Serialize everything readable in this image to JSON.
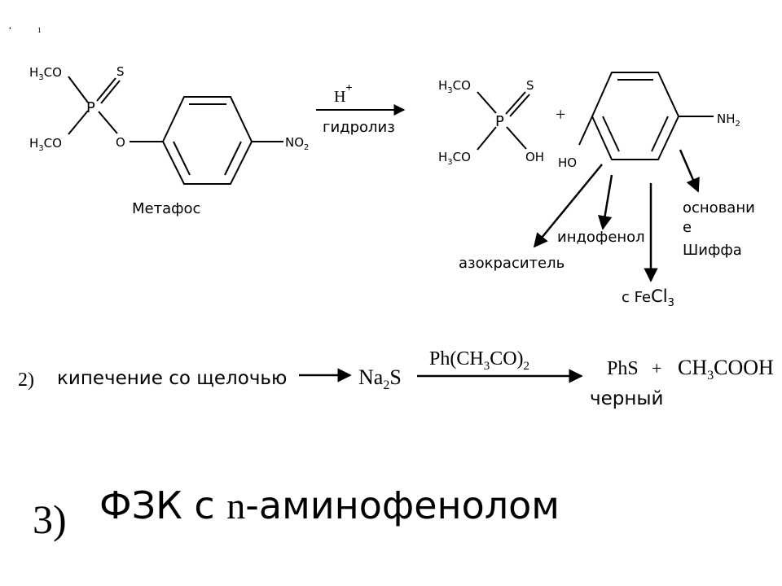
{
  "header": {
    "dot": "·",
    "marker": "1"
  },
  "reaction1": {
    "metafos": {
      "h3co_top": {
        "main": "H",
        "sub": "3",
        "rest": "CO"
      },
      "h3co_bottom": {
        "main": "H",
        "sub": "3",
        "rest": "CO"
      },
      "s": "S",
      "p": "P",
      "o": "O",
      "no2": {
        "main": "NO",
        "sub": "2"
      },
      "name": "Метафос"
    },
    "arrow": {
      "reagent": "H",
      "reagent_sup": "+",
      "label": "гидролиз"
    },
    "acid": {
      "h3co_top": {
        "main": "H",
        "sub": "3",
        "rest": "CO"
      },
      "h3co_bottom": {
        "main": "H",
        "sub": "3",
        "rest": "CO"
      },
      "s": "S",
      "p": "P",
      "oh": "OH"
    },
    "plus": "+",
    "aminophenol": {
      "ho": "HO",
      "nh2": {
        "main": "NH",
        "sub": "2"
      }
    },
    "products": {
      "azo": "азокраситель",
      "indophenol": "индофенол",
      "fecl3": {
        "prefix": "с Fe",
        "cl": "Cl",
        "sub": "3"
      },
      "schiff_line1": "основани",
      "schiff_line2": "е",
      "schiff_line3": "Шиффа"
    }
  },
  "reaction2": {
    "number": "2)",
    "text": "кипечение со щелочью",
    "na2s": {
      "na": "Na",
      "sub": "2",
      "s": "S"
    },
    "reagent": {
      "a": "Ph(CH",
      "sub": "3",
      "b": "CO)",
      "sub2": "2"
    },
    "phs": "PhS",
    "plus": "+",
    "acetic": {
      "a": "CH",
      "sub": "3",
      "b": "COOH"
    },
    "black": "черный"
  },
  "reaction3": {
    "number": "3)",
    "text_a": "ФЗК с ",
    "text_n": "n",
    "text_b": "-аминофенолом"
  }
}
